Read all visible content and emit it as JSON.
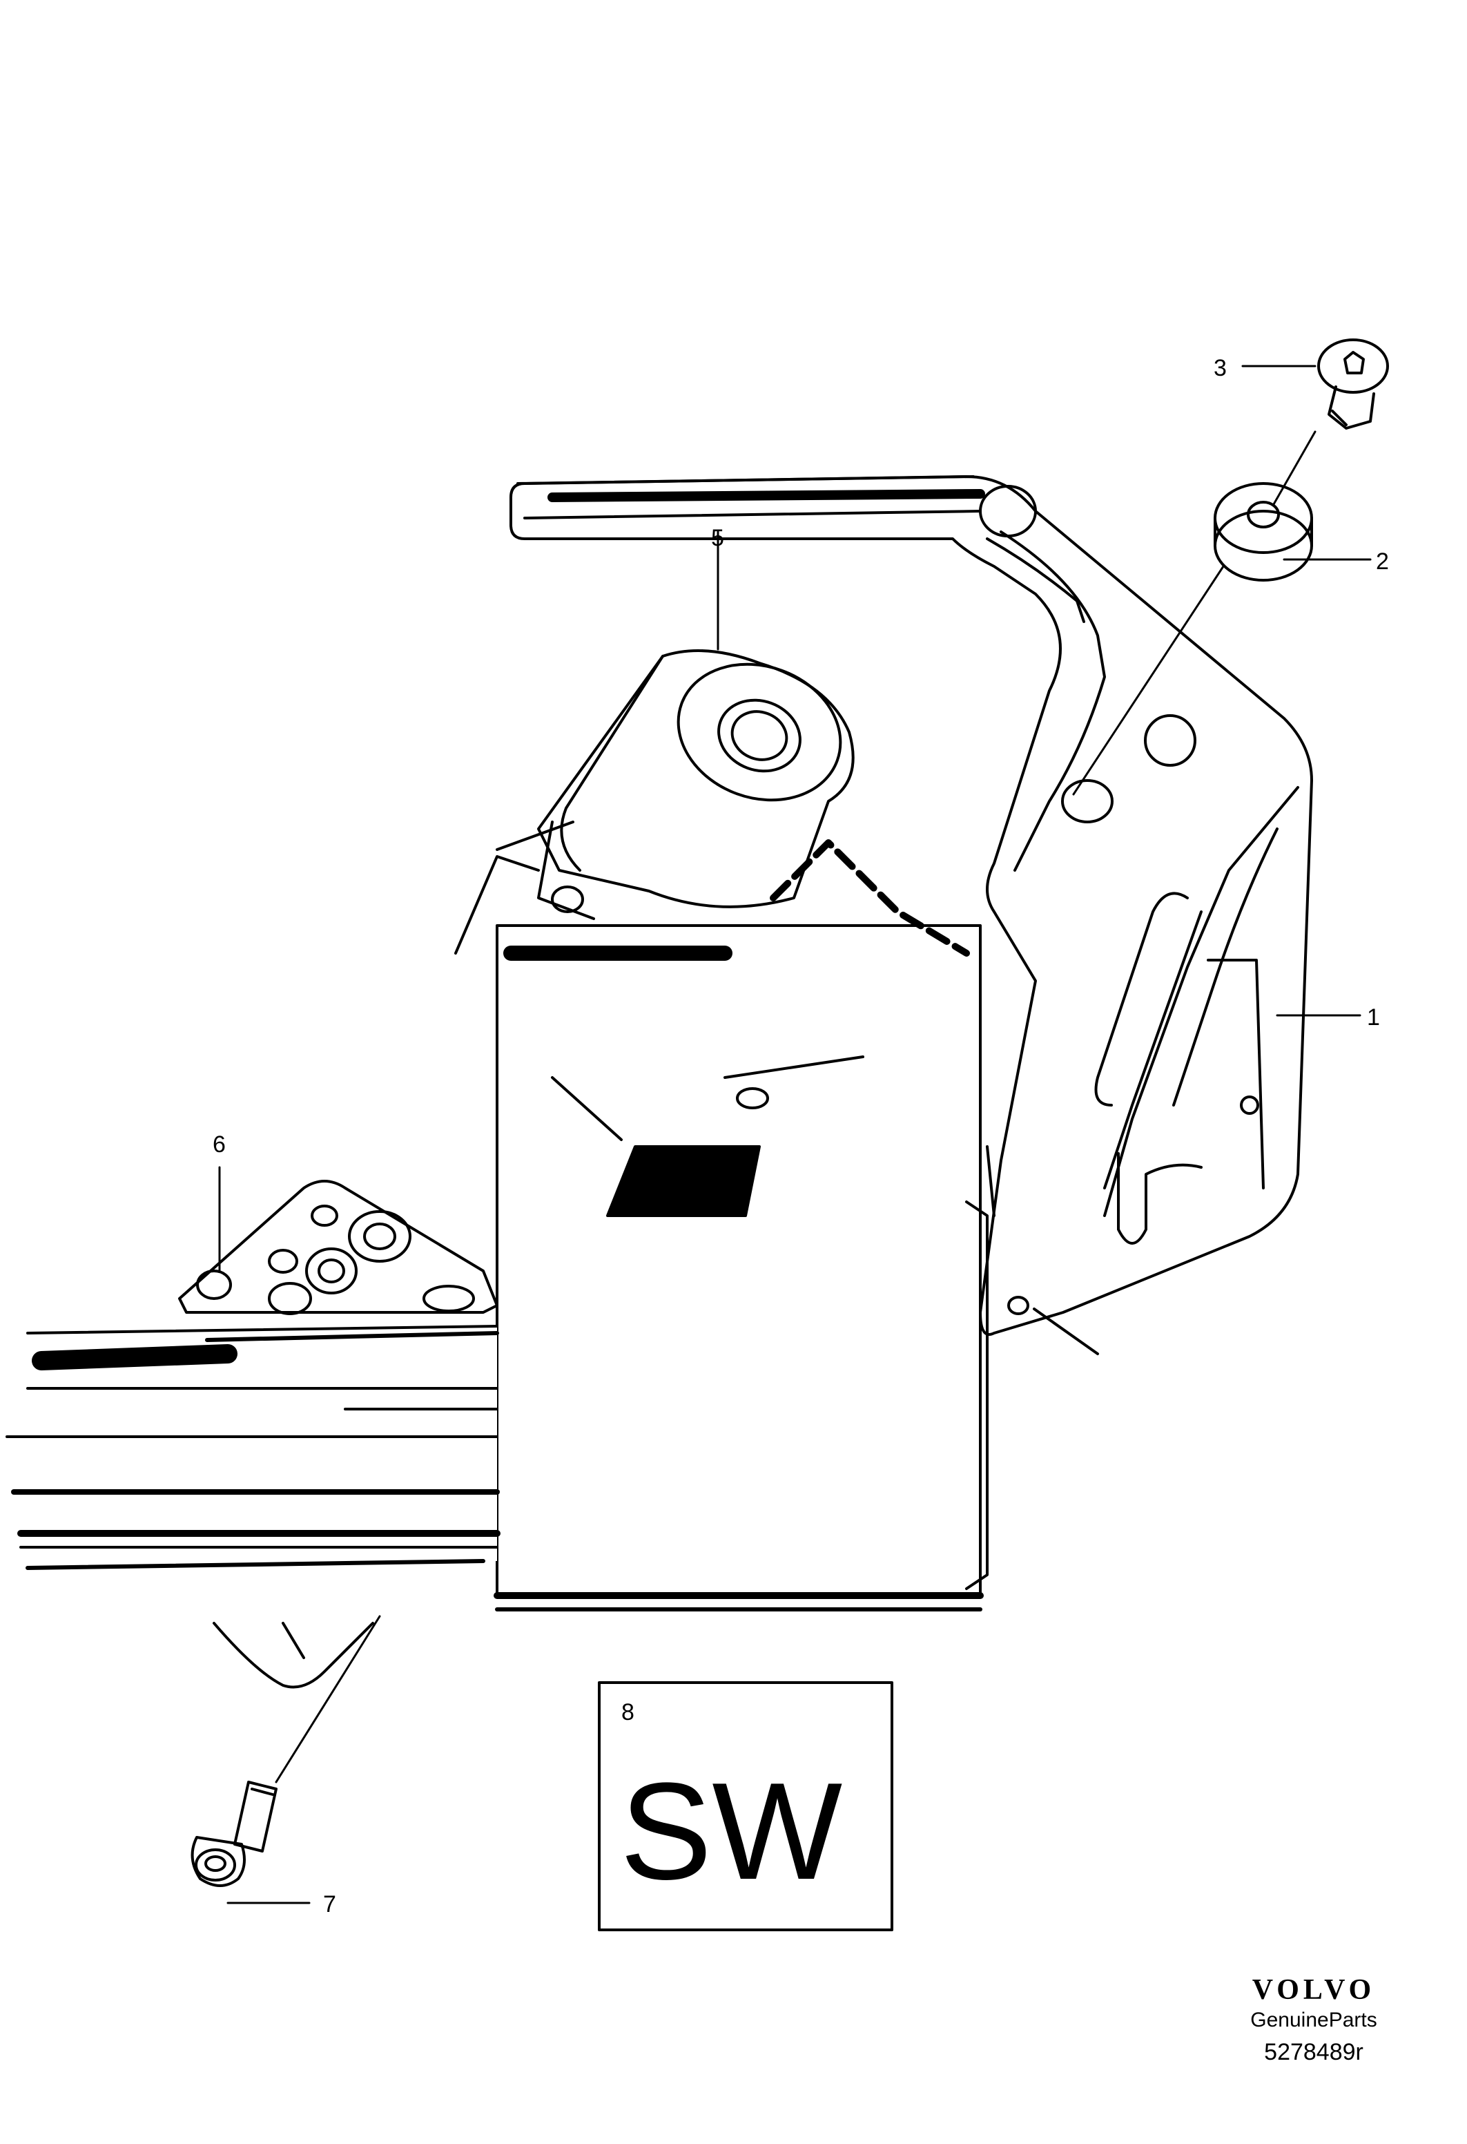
{
  "callouts": [
    {
      "id": "1",
      "text": "1"
    },
    {
      "id": "2",
      "text": "2"
    },
    {
      "id": "3",
      "text": "3"
    },
    {
      "id": "5",
      "text": "5"
    },
    {
      "id": "6",
      "text": "6"
    },
    {
      "id": "7",
      "text": "7"
    }
  ],
  "sw_box": {
    "number": "8",
    "text": "SW"
  },
  "brand": {
    "logo": "VOLVO",
    "tagline": "GenuineParts",
    "reference": "5278489r"
  },
  "colors": {
    "line": "#000000",
    "background": "#ffffff"
  }
}
